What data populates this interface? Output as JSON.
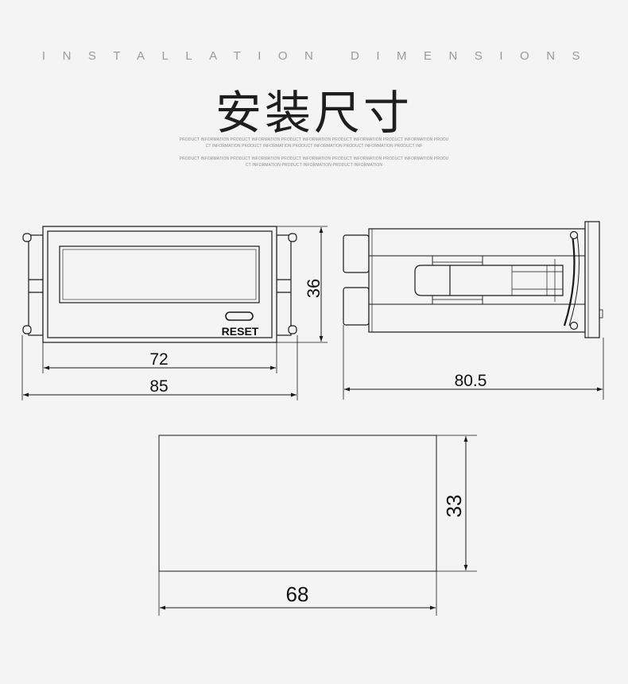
{
  "header": {
    "title_en": "INSTALLATION DIMENSIONS",
    "title_zh": "安装尺寸",
    "fine_print_1": "PRODUCT INFORMATION PRODUCT INFORMATION PRODUCT INFORMATION PRODUCT INFORMATION PRODUCT INFORMATION PRODUCT INFORMATION PRODUCT INFORMATION PRODUCT INFORMATION PRODUCT INFORMATION PRODUCT INF",
    "fine_print_2": "PRODUCT INFORMATION PRODUCT INFORMATION PRODUCT INFORMATION PRODUCT INFORMATION PRODUCT INFORMATION PRODUCT INFORMATION PRODUCT INFORMATION PRODUCT INFORMATION"
  },
  "front_view": {
    "button_label": "RESET",
    "dim_height": "36",
    "dim_inner_width": "72",
    "dim_outer_width": "85"
  },
  "side_view": {
    "dim_depth": "80.5"
  },
  "panel_cutout": {
    "dim_height": "33",
    "dim_width": "68"
  },
  "colors": {
    "background": "#f4f4f4",
    "line": "#1a1a1a",
    "subtitle": "#9a9a9a"
  }
}
